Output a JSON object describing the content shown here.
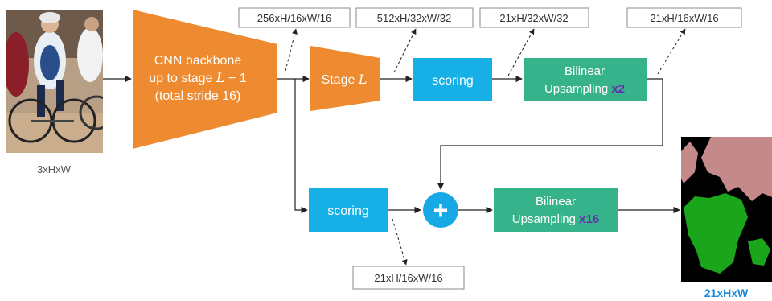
{
  "input": {
    "label": "3xHxW"
  },
  "backbone": {
    "lines": [
      "CNN backbone",
      "up to stage",
      "(total stride 16)"
    ],
    "math_L": "L",
    "math_minus_one": " − 1"
  },
  "stage": {
    "label": "Stage",
    "math_L": "L"
  },
  "scoring_top": {
    "label": "scoring"
  },
  "scoring_bottom": {
    "label": "scoring"
  },
  "upsample_top": {
    "line1": "Bilinear",
    "line2": "Upsampling",
    "factor": "x2"
  },
  "upsample_bottom": {
    "line1": "Bilinear",
    "line2": "Upsampling",
    "factor": "x16"
  },
  "sum": {
    "symbol": "+"
  },
  "shape_labels": {
    "backbone_out": "256xH/16xW/16",
    "stage_out": "512xH/32xW/32",
    "scoring_top_out": "21xH/32xW/32",
    "upsample_top_out": "21xH/16xW/16",
    "scoring_bottom_out": "21xH/16xW/16"
  },
  "output": {
    "label": "21xHxW"
  },
  "colors": {
    "orange": "#ee8a2f",
    "blue": "#17b0e6",
    "teal": "#36b38a",
    "sum": "#17a9e6",
    "purple": "#6a2bb5",
    "output_label": "#1a8cd8",
    "arrow": "#222222",
    "label_border": "#8a8a8a"
  }
}
